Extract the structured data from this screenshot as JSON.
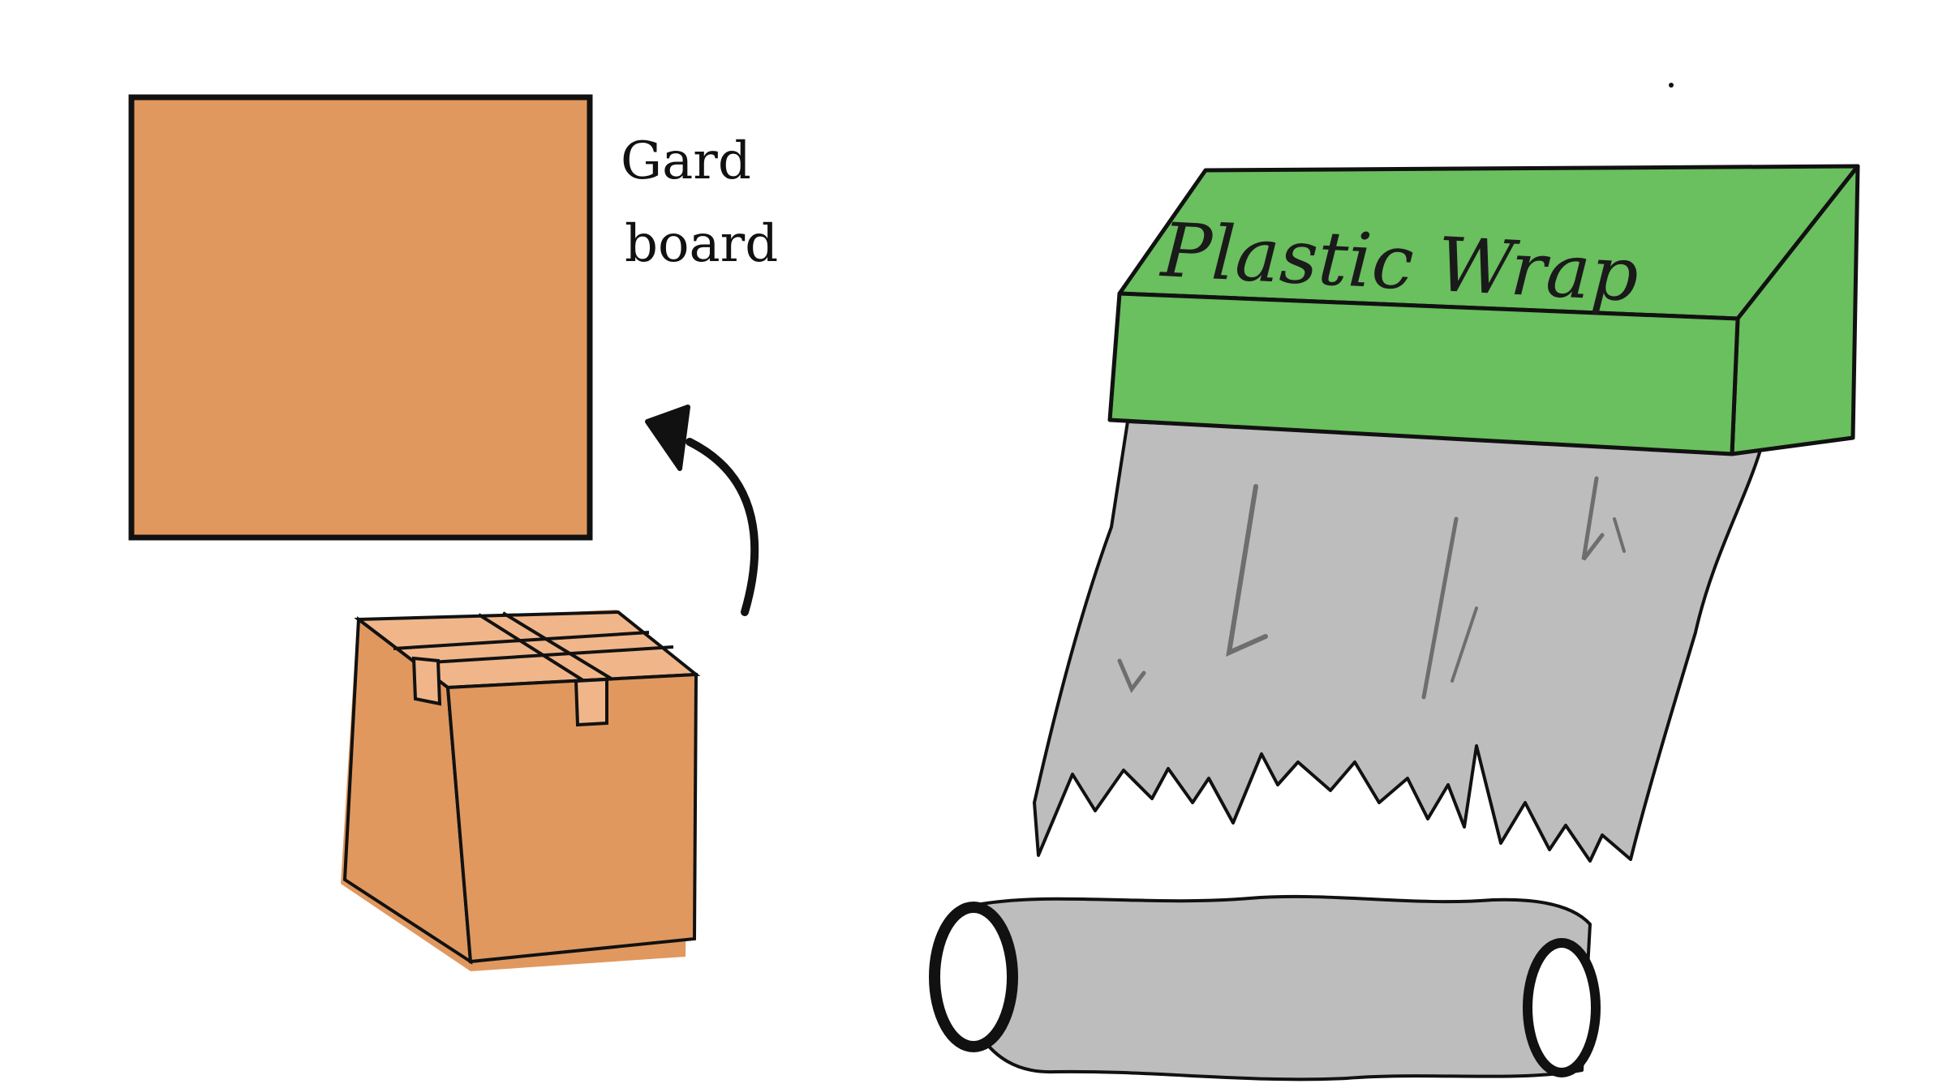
{
  "labels": {
    "cardboard_line1": "Gard",
    "cardboard_line2": "board",
    "box_brand": "Plastic Wrap"
  },
  "colors": {
    "cardboard": "#e0985f",
    "cardboard_light": "#f0b68a",
    "box_green": "#6abf5e",
    "plastic_grey": "#bdbdbd",
    "plastic_dark": "#8c8c8c",
    "outline": "#111111"
  },
  "icons": {
    "flat_cardboard": "cardboard-sheet-icon",
    "box": "cardboard-box-icon",
    "arrow": "curved-arrow-icon",
    "dispenser": "plastic-wrap-box-icon",
    "sheet": "plastic-sheet-icon",
    "roll": "plastic-roll-icon"
  }
}
